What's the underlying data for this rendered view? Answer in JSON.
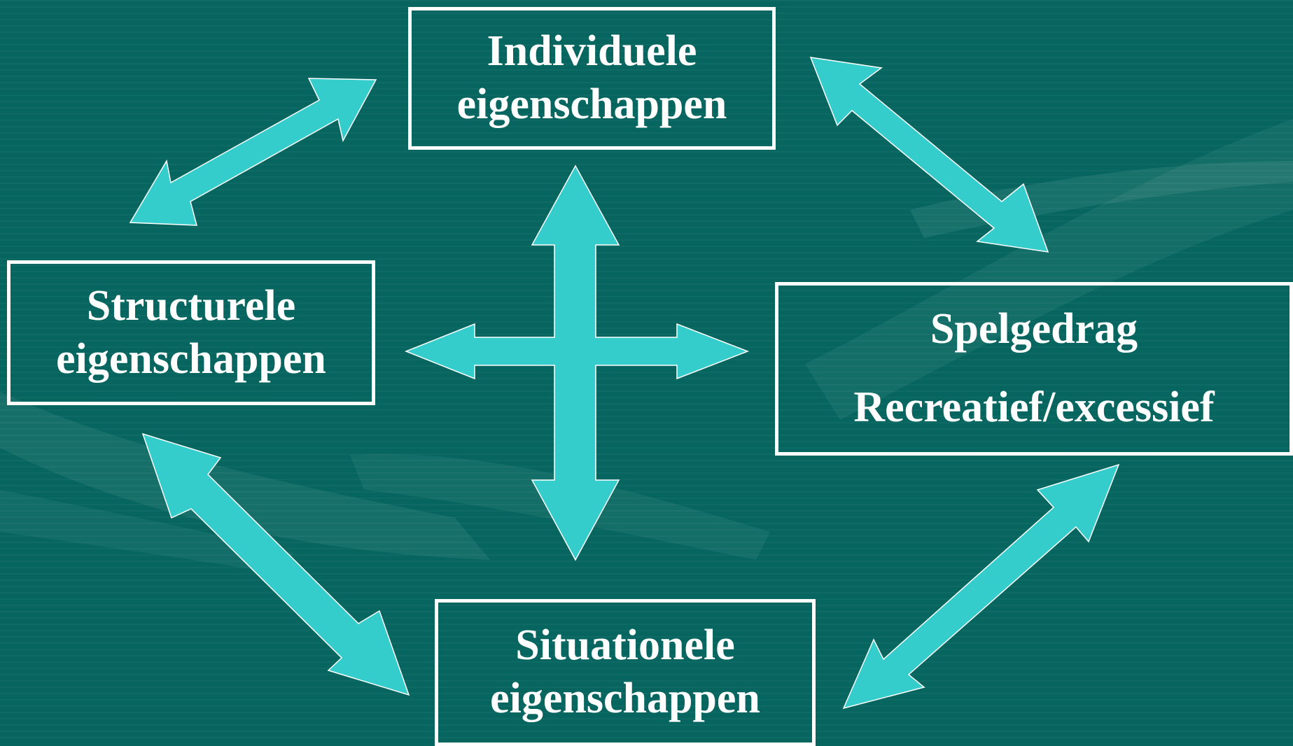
{
  "nodes": {
    "individueel": {
      "line1": "Individuele",
      "line2": "eigenschappen"
    },
    "structureel": {
      "line1": "Structurele",
      "line2": "eigenschappen"
    },
    "spelgedrag": {
      "line1": "Spelgedrag",
      "line2": "Recreatief/excessief"
    },
    "situationeel": {
      "line1": "Situationele",
      "line2": "eigenschappen"
    }
  },
  "colors": {
    "background": "#06655f",
    "arrow_fill": "#35cccc",
    "box_border": "#ffffff",
    "text": "#ffffff"
  }
}
